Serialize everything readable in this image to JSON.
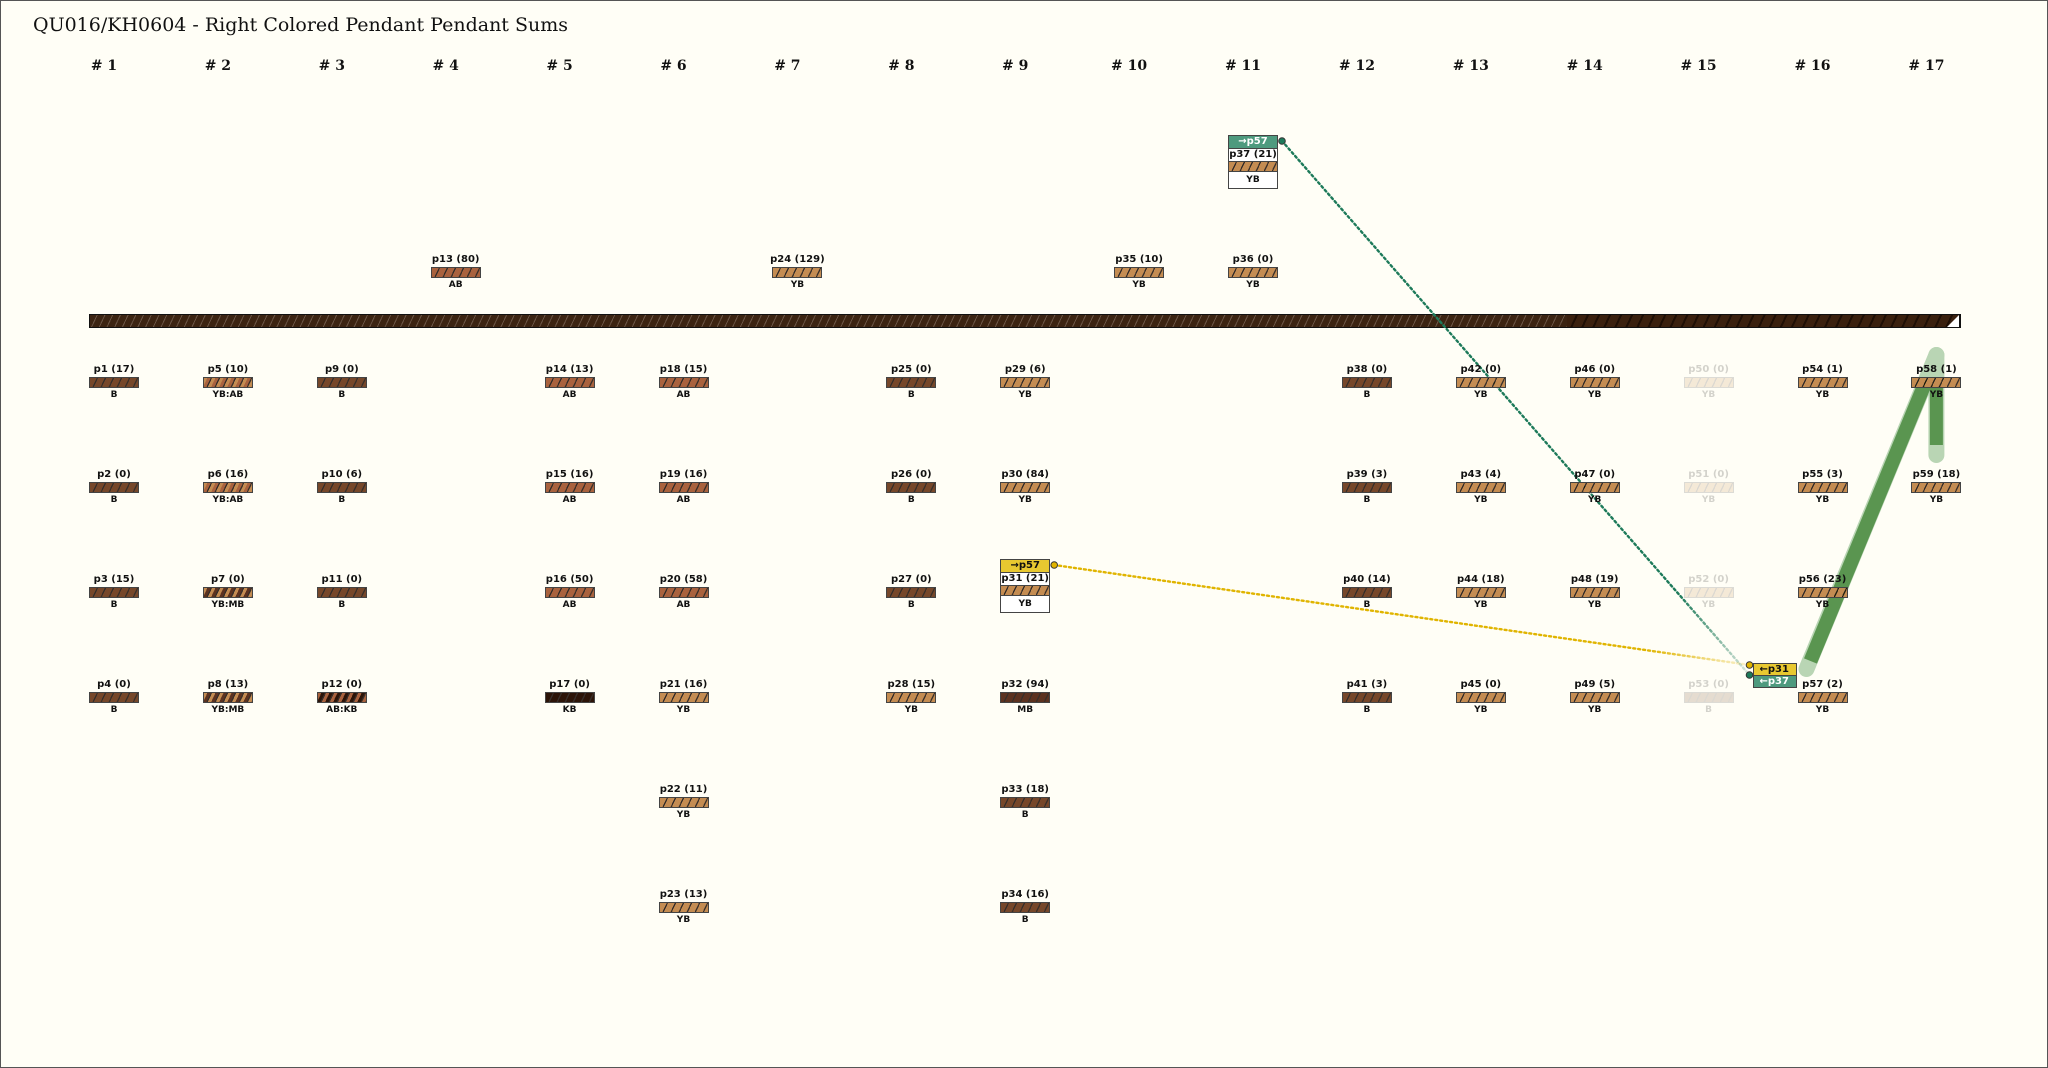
{
  "title": "QU016/KH0604 - Right Colored Pendant Pendant Sums",
  "colors": {
    "B": "#76472a",
    "AB": "#a9623e",
    "YB": "#c48c52",
    "MB": "#5c3220",
    "KB": "#2c1408",
    "cord": "#3c2412",
    "link_yellow": "#e8c830",
    "link_green": "#4e9a7e",
    "thick_green": "#5a9550",
    "thick_green_light": "#b9d5b4"
  },
  "columns": [
    "# 1",
    "# 2",
    "# 3",
    "# 4",
    "# 5",
    "# 6",
    "# 7",
    "# 8",
    "# 9",
    "# 10",
    "# 11",
    "# 12",
    "# 13",
    "# 14",
    "# 15",
    "# 16",
    "# 17"
  ],
  "groups": [
    {
      "top": [],
      "bottom": [
        {
          "id": "p1",
          "sum": "17",
          "color": "B"
        },
        {
          "id": "p2",
          "sum": "0",
          "color": "B"
        },
        {
          "id": "p3",
          "sum": "15",
          "color": "B"
        },
        {
          "id": "p4",
          "sum": "0",
          "color": "B"
        }
      ]
    },
    {
      "top": [],
      "bottom": [
        {
          "id": "p5",
          "sum": "10",
          "color": "YB:AB"
        },
        {
          "id": "p6",
          "sum": "16",
          "color": "YB:AB"
        },
        {
          "id": "p7",
          "sum": "0",
          "color": "YB:MB"
        },
        {
          "id": "p8",
          "sum": "13",
          "color": "YB:MB"
        }
      ]
    },
    {
      "top": [],
      "bottom": [
        {
          "id": "p9",
          "sum": "0",
          "color": "B"
        },
        {
          "id": "p10",
          "sum": "6",
          "color": "B"
        },
        {
          "id": "p11",
          "sum": "0",
          "color": "B"
        },
        {
          "id": "p12",
          "sum": "0",
          "color": "AB:KB"
        }
      ]
    },
    {
      "top": [
        {
          "id": "p13",
          "sum": "80",
          "color": "AB"
        }
      ],
      "bottom": []
    },
    {
      "top": [],
      "bottom": [
        {
          "id": "p14",
          "sum": "13",
          "color": "AB"
        },
        {
          "id": "p15",
          "sum": "16",
          "color": "AB"
        },
        {
          "id": "p16",
          "sum": "50",
          "color": "AB"
        },
        {
          "id": "p17",
          "sum": "0",
          "color": "KB"
        }
      ]
    },
    {
      "top": [],
      "bottom": [
        {
          "id": "p18",
          "sum": "15",
          "color": "AB"
        },
        {
          "id": "p19",
          "sum": "16",
          "color": "AB"
        },
        {
          "id": "p20",
          "sum": "58",
          "color": "AB"
        },
        {
          "id": "p21",
          "sum": "16",
          "color": "YB"
        },
        {
          "id": "p22",
          "sum": "11",
          "color": "YB"
        },
        {
          "id": "p23",
          "sum": "13",
          "color": "YB"
        }
      ]
    },
    {
      "top": [
        {
          "id": "p24",
          "sum": "129",
          "color": "YB"
        }
      ],
      "bottom": []
    },
    {
      "top": [],
      "bottom": [
        {
          "id": "p25",
          "sum": "0",
          "color": "B"
        },
        {
          "id": "p26",
          "sum": "0",
          "color": "B"
        },
        {
          "id": "p27",
          "sum": "0",
          "color": "B"
        },
        {
          "id": "p28",
          "sum": "15",
          "color": "YB"
        }
      ]
    },
    {
      "top": [],
      "bottom": [
        {
          "id": "p29",
          "sum": "6",
          "color": "YB"
        },
        {
          "id": "p30",
          "sum": "84",
          "color": "YB"
        },
        {
          "id": "p31",
          "sum": "21",
          "color": "YB",
          "link_out": "→p57",
          "link_color": "yellow"
        },
        {
          "id": "p32",
          "sum": "94",
          "color": "MB"
        },
        {
          "id": "p33",
          "sum": "18",
          "color": "B"
        },
        {
          "id": "p34",
          "sum": "16",
          "color": "B"
        }
      ]
    },
    {
      "top": [
        {
          "id": "p35",
          "sum": "10",
          "color": "YB"
        }
      ],
      "bottom": []
    },
    {
      "top": [
        {
          "id": "p36",
          "sum": "0",
          "color": "YB"
        },
        {
          "id": "p37",
          "sum": "21",
          "color": "YB",
          "link_out": "→p57",
          "link_color": "green"
        }
      ],
      "bottom": []
    },
    {
      "top": [],
      "bottom": [
        {
          "id": "p38",
          "sum": "0",
          "color": "B"
        },
        {
          "id": "p39",
          "sum": "3",
          "color": "B"
        },
        {
          "id": "p40",
          "sum": "14",
          "color": "B"
        },
        {
          "id": "p41",
          "sum": "3",
          "color": "B"
        }
      ]
    },
    {
      "top": [],
      "bottom": [
        {
          "id": "p42",
          "sum": "0",
          "color": "YB"
        },
        {
          "id": "p43",
          "sum": "4",
          "color": "YB"
        },
        {
          "id": "p44",
          "sum": "18",
          "color": "YB"
        },
        {
          "id": "p45",
          "sum": "0",
          "color": "YB"
        }
      ]
    },
    {
      "top": [],
      "bottom": [
        {
          "id": "p46",
          "sum": "0",
          "color": "YB"
        },
        {
          "id": "p47",
          "sum": "0",
          "color": "YB"
        },
        {
          "id": "p48",
          "sum": "19",
          "color": "YB"
        },
        {
          "id": "p49",
          "sum": "5",
          "color": "YB"
        }
      ]
    },
    {
      "faded": true,
      "top": [],
      "bottom": [
        {
          "id": "p50",
          "sum": "0",
          "color": "YB"
        },
        {
          "id": "p51",
          "sum": "0",
          "color": "YB"
        },
        {
          "id": "p52",
          "sum": "0",
          "color": "YB"
        },
        {
          "id": "p53",
          "sum": "0",
          "color": "B"
        }
      ]
    },
    {
      "top": [],
      "bottom": [
        {
          "id": "p54",
          "sum": "1",
          "color": "YB"
        },
        {
          "id": "p55",
          "sum": "3",
          "color": "YB"
        },
        {
          "id": "p56",
          "sum": "23",
          "color": "YB"
        },
        {
          "id": "p57",
          "sum": "2",
          "color": "YB",
          "links_in": [
            {
              "label": "←p31",
              "color": "yellow"
            },
            {
              "label": "←p37",
              "color": "green"
            }
          ]
        }
      ]
    },
    {
      "top": [],
      "bottom": [
        {
          "id": "p58",
          "sum": "1",
          "color": "YB"
        },
        {
          "id": "p59",
          "sum": "18",
          "color": "YB"
        }
      ]
    }
  ]
}
